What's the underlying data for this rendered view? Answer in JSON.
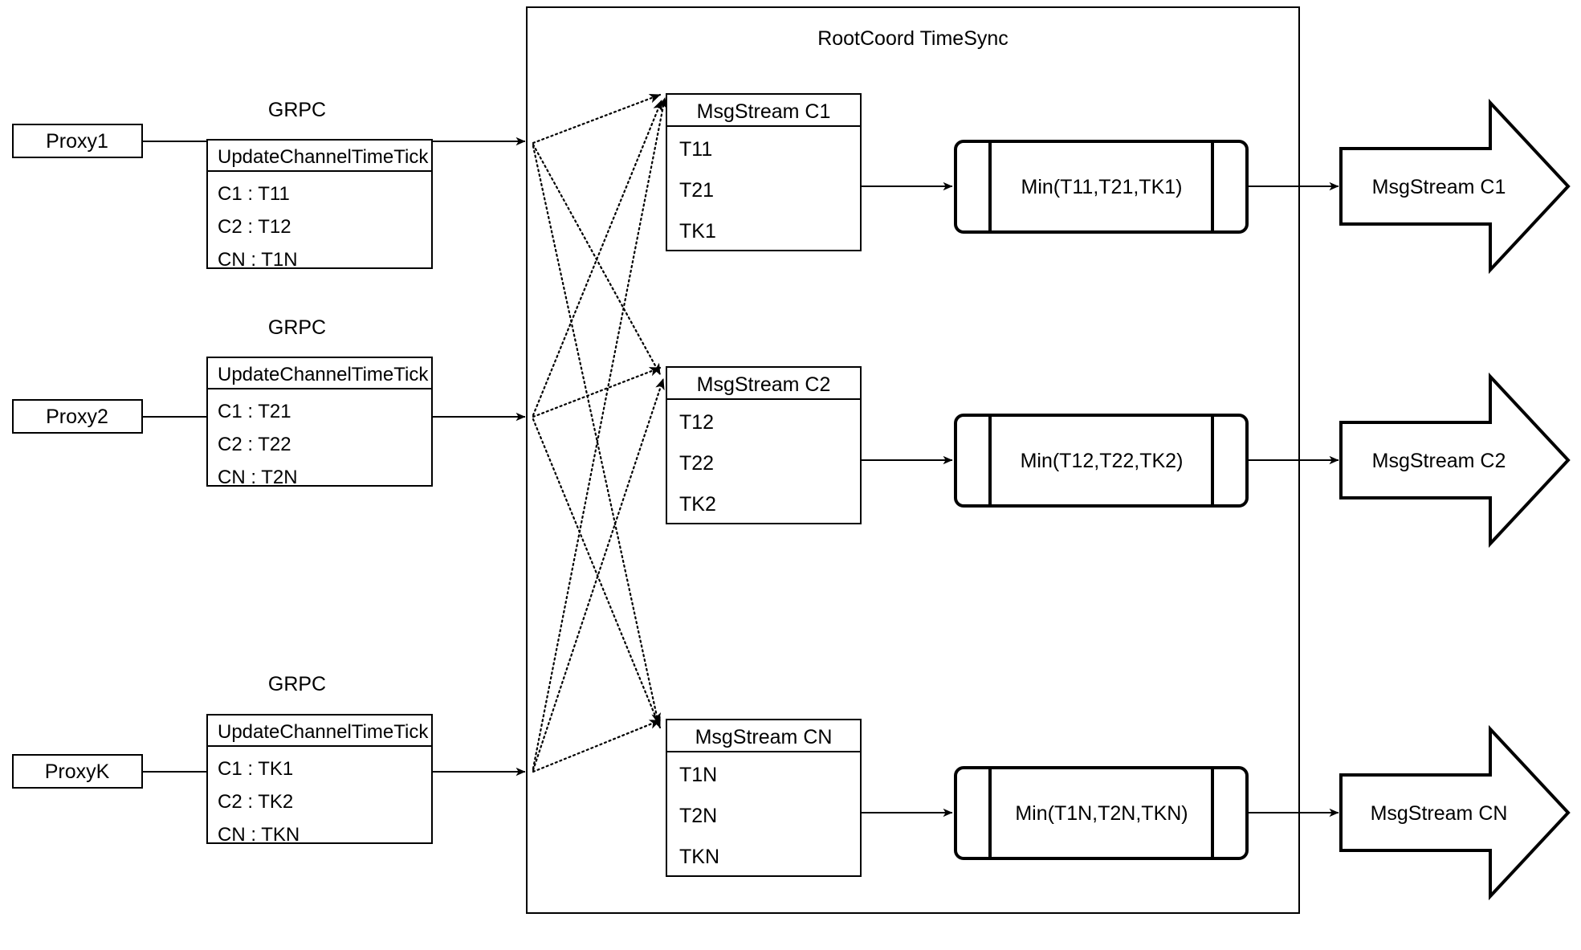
{
  "diagram": {
    "title": "RootCoord TimeSync",
    "container_label": "RootCoord TimeSync",
    "background_color": "#ffffff",
    "line_color": "#000000"
  },
  "proxies": [
    {
      "name": "Proxy1",
      "link_label": "GRPC",
      "request": {
        "header": "UpdateChannelTimeTick",
        "rows": [
          "C1 :  T11",
          "C2 :  T12",
          "CN : T1N"
        ]
      }
    },
    {
      "name": "Proxy2",
      "link_label": "GRPC",
      "request": {
        "header": "UpdateChannelTimeTick",
        "rows": [
          "C1 :  T21",
          "C2 :  T22",
          "CN : T2N"
        ]
      }
    },
    {
      "name": "ProxyK",
      "link_label": "GRPC",
      "request": {
        "header": "UpdateChannelTimeTick",
        "rows": [
          "C1 :  TK1",
          "C2 :  TK2",
          "CN : TKN"
        ]
      }
    }
  ],
  "channels": [
    {
      "msgstream": {
        "header": "MsgStream C1",
        "rows": [
          "T11",
          "T21",
          "TK1"
        ]
      },
      "process": {
        "label": "Min(T11,T21,TK1)"
      },
      "output": {
        "label": "MsgStream C1"
      }
    },
    {
      "msgstream": {
        "header": "MsgStream C2",
        "rows": [
          "T12",
          "T22",
          "TK2"
        ]
      },
      "process": {
        "label": "Min(T12,T22,TK2)"
      },
      "output": {
        "label": "MsgStream C2"
      }
    },
    {
      "msgstream": {
        "header": "MsgStream CN",
        "rows": [
          "T1N",
          "T2N",
          "TKN"
        ]
      },
      "process": {
        "label": "Min(T1N,T2N,TKN)"
      },
      "output": {
        "label": "MsgStream CN"
      }
    }
  ]
}
